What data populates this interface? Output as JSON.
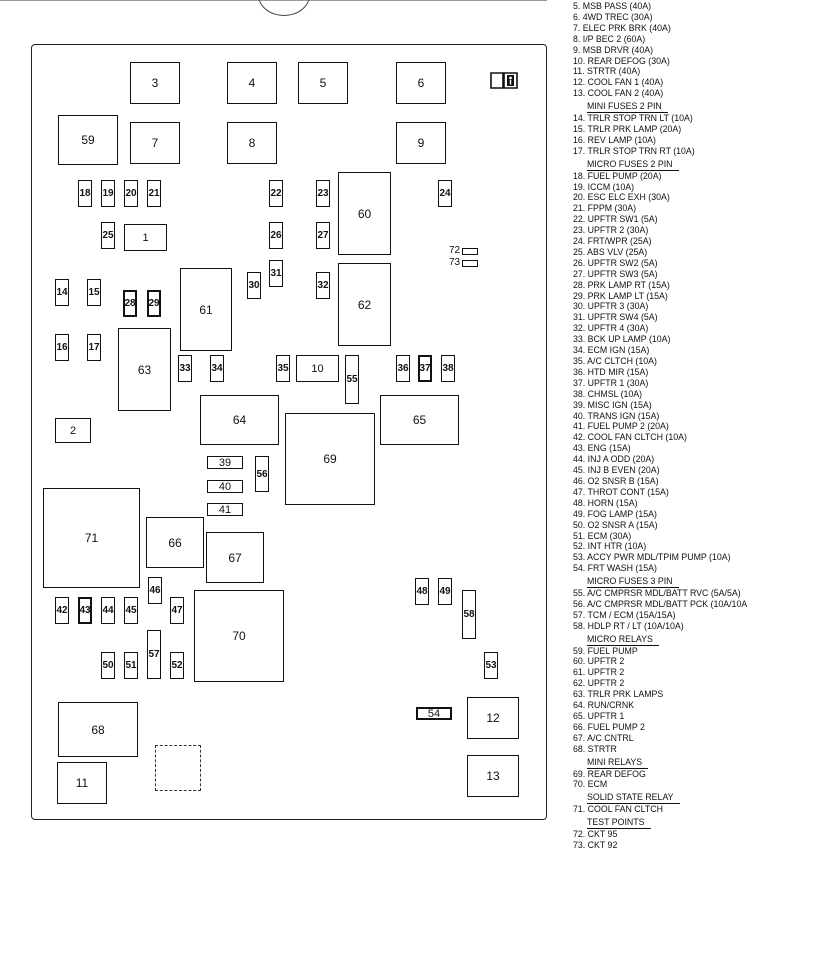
{
  "components": [
    {
      "id": "3",
      "label": "3"
    },
    {
      "id": "4",
      "label": "4"
    },
    {
      "id": "5",
      "label": "5"
    },
    {
      "id": "6",
      "label": "6"
    },
    {
      "id": "59",
      "label": "59"
    },
    {
      "id": "7",
      "label": "7"
    },
    {
      "id": "8",
      "label": "8"
    },
    {
      "id": "9",
      "label": "9"
    },
    {
      "id": "18",
      "label": "18"
    },
    {
      "id": "19",
      "label": "19"
    },
    {
      "id": "20",
      "label": "20"
    },
    {
      "id": "21",
      "label": "21"
    },
    {
      "id": "22",
      "label": "22"
    },
    {
      "id": "23",
      "label": "23"
    },
    {
      "id": "60",
      "label": "60"
    },
    {
      "id": "24",
      "label": "24"
    },
    {
      "id": "25",
      "label": "25"
    },
    {
      "id": "1",
      "label": "1"
    },
    {
      "id": "26",
      "label": "26"
    },
    {
      "id": "27",
      "label": "27"
    },
    {
      "id": "72",
      "label": "72"
    },
    {
      "id": "73",
      "label": "73"
    },
    {
      "id": "14",
      "label": "14"
    },
    {
      "id": "15",
      "label": "15"
    },
    {
      "id": "28",
      "label": "28"
    },
    {
      "id": "29",
      "label": "29"
    },
    {
      "id": "61",
      "label": "61"
    },
    {
      "id": "30",
      "label": "30"
    },
    {
      "id": "31",
      "label": "31"
    },
    {
      "id": "32",
      "label": "32"
    },
    {
      "id": "62",
      "label": "62"
    },
    {
      "id": "16",
      "label": "16"
    },
    {
      "id": "17",
      "label": "17"
    },
    {
      "id": "63",
      "label": "63"
    },
    {
      "id": "33",
      "label": "33"
    },
    {
      "id": "34",
      "label": "34"
    },
    {
      "id": "35",
      "label": "35"
    },
    {
      "id": "10",
      "label": "10"
    },
    {
      "id": "55",
      "label": "55"
    },
    {
      "id": "36",
      "label": "36"
    },
    {
      "id": "37",
      "label": "37"
    },
    {
      "id": "38",
      "label": "38"
    },
    {
      "id": "2",
      "label": "2"
    },
    {
      "id": "64",
      "label": "64"
    },
    {
      "id": "65",
      "label": "65"
    },
    {
      "id": "69",
      "label": "69"
    },
    {
      "id": "39",
      "label": "39"
    },
    {
      "id": "40",
      "label": "40"
    },
    {
      "id": "56",
      "label": "56"
    },
    {
      "id": "41",
      "label": "41"
    },
    {
      "id": "71",
      "label": "71"
    },
    {
      "id": "66",
      "label": "66"
    },
    {
      "id": "67",
      "label": "67"
    },
    {
      "id": "46",
      "label": "46"
    },
    {
      "id": "48",
      "label": "48"
    },
    {
      "id": "49",
      "label": "49"
    },
    {
      "id": "42",
      "label": "42"
    },
    {
      "id": "43",
      "label": "43"
    },
    {
      "id": "44",
      "label": "44"
    },
    {
      "id": "45",
      "label": "45"
    },
    {
      "id": "47",
      "label": "47"
    },
    {
      "id": "70",
      "label": "70"
    },
    {
      "id": "58",
      "label": "58"
    },
    {
      "id": "50",
      "label": "50"
    },
    {
      "id": "51",
      "label": "51"
    },
    {
      "id": "57",
      "label": "57"
    },
    {
      "id": "52",
      "label": "52"
    },
    {
      "id": "53",
      "label": "53"
    },
    {
      "id": "68",
      "label": "68"
    },
    {
      "id": "54",
      "label": "54"
    },
    {
      "id": "12",
      "label": "12"
    },
    {
      "id": "11",
      "label": "11"
    },
    {
      "id": "13",
      "label": "13"
    }
  ],
  "legend": [
    {
      "type": "item",
      "text": "5.  MSB PASS  (40A)"
    },
    {
      "type": "item",
      "text": "6.  4WD TREC  (30A)"
    },
    {
      "type": "item",
      "text": "7.  ELEC PRK BRK  (40A)"
    },
    {
      "type": "item",
      "text": "8.  I/P BEC 2      (60A)"
    },
    {
      "type": "item",
      "text": "9.  MSB DRVR  (40A)"
    },
    {
      "type": "item",
      "text": "10.  REAR DEFOG  (30A)"
    },
    {
      "type": "item",
      "text": "11.  STRTR  (40A)"
    },
    {
      "type": "item",
      "text": "12.  COOL FAN 1  (40A)"
    },
    {
      "type": "item",
      "text": "13.  COOL FAN 2  (40A)"
    },
    {
      "type": "header",
      "text": "MINI FUSES 2 PIN"
    },
    {
      "type": "item",
      "text": "14.  TRLR STOP TRN LT  (10A)"
    },
    {
      "type": "item",
      "text": "15.  TRLR PRK LAMP  (20A)"
    },
    {
      "type": "item",
      "text": "16.  REV LAMP  (10A)"
    },
    {
      "type": "item",
      "text": "17.  TRLR STOP TRN RT  (10A)"
    },
    {
      "type": "header",
      "text": "MICRO FUSES 2 PIN"
    },
    {
      "type": "item",
      "text": "18.  FUEL PUMP  (20A)"
    },
    {
      "type": "item",
      "text": "19.  ICCM  (10A)"
    },
    {
      "type": "item",
      "text": "20.  ESC ELC EXH  (30A)"
    },
    {
      "type": "item",
      "text": "21.  FPPM  (30A)"
    },
    {
      "type": "item",
      "text": "22.  UPFTR SW1  (5A)"
    },
    {
      "type": "item",
      "text": "23.  UPFTR 2  (30A)"
    },
    {
      "type": "item",
      "text": "24.  FRT/WPR  (25A)"
    },
    {
      "type": "item",
      "text": "25.  ABS VLV  (25A)"
    },
    {
      "type": "item",
      "text": "26.  UPFTR SW2  (5A)"
    },
    {
      "type": "item",
      "text": "27.  UPFTR SW3  (5A)"
    },
    {
      "type": "item",
      "text": "28.  PRK LAMP RT  (15A)"
    },
    {
      "type": "item",
      "text": "29.  PRK LAMP LT  (15A)"
    },
    {
      "type": "item",
      "text": "30.  UPFTR 3  (30A)"
    },
    {
      "type": "item",
      "text": "31.  UPFTR SW4  (5A)"
    },
    {
      "type": "item",
      "text": "32.  UPFTR 4  (30A)"
    },
    {
      "type": "item",
      "text": "33.  BCK UP LAMP  (10A)"
    },
    {
      "type": "item",
      "text": "34.  ECM IGN  (15A)"
    },
    {
      "type": "item",
      "text": "35.  A/C CLTCH  (10A)"
    },
    {
      "type": "item",
      "text": "36.  HTD MIR  (15A)"
    },
    {
      "type": "item",
      "text": "37.  UPFTR 1  (30A)"
    },
    {
      "type": "item",
      "text": "38.  CHMSL  (10A)"
    },
    {
      "type": "item",
      "text": "39.  MISC IGN  (15A)"
    },
    {
      "type": "item",
      "text": "40.  TRANS IGN  (15A)"
    },
    {
      "type": "item",
      "text": "41.  FUEL PUMP 2  (20A)"
    },
    {
      "type": "item",
      "text": "42.  COOL FAN CLTCH  (10A)"
    },
    {
      "type": "item",
      "text": "43.  ENG  (15A)"
    },
    {
      "type": "item",
      "text": "44.  INJ A ODD  (20A)"
    },
    {
      "type": "item",
      "text": "45.  INJ B EVEN  (20A)"
    },
    {
      "type": "item",
      "text": "46.  O2 SNSR B  (15A)"
    },
    {
      "type": "item",
      "text": "47.  THROT CONT  (15A)"
    },
    {
      "type": "item",
      "text": "48.  HORN  (15A)"
    },
    {
      "type": "item",
      "text": "49.  FOG LAMP  (15A)"
    },
    {
      "type": "item",
      "text": "50.  O2 SNSR A  (15A)"
    },
    {
      "type": "item",
      "text": "51.  ECM  (30A)"
    },
    {
      "type": "item",
      "text": "52.  INT HTR  (10A)"
    },
    {
      "type": "item",
      "text": "53.  ACCY PWR MDL/TPIM PUMP  (10A)"
    },
    {
      "type": "item",
      "text": "54.  FRT WASH  (15A)"
    },
    {
      "type": "header",
      "text": "MICRO FUSES 3 PIN"
    },
    {
      "type": "item",
      "text": "55.  A/C CMPRSR MDL/BATT RVC  (5A/5A)"
    },
    {
      "type": "item",
      "text": "56.  A/C CMPRSR MDL/BATT PCK  (10A/10A"
    },
    {
      "type": "item",
      "text": "57.  TCM / ECM  (15A/15A)"
    },
    {
      "type": "item",
      "text": "58.  HDLP RT / LT  (10A/10A)"
    },
    {
      "type": "header",
      "text": "MICRO RELAYS"
    },
    {
      "type": "item",
      "text": "59.  FUEL PUMP"
    },
    {
      "type": "item",
      "text": "60.  UPFTR 2"
    },
    {
      "type": "item",
      "text": "61.  UPFTR 2"
    },
    {
      "type": "item",
      "text": "62.  UPFTR 2"
    },
    {
      "type": "item",
      "text": "63.  TRLR PRK LAMPS"
    },
    {
      "type": "item",
      "text": "64.  RUN/CRNK"
    },
    {
      "type": "item",
      "text": "65.  UPFTR 1"
    },
    {
      "type": "item",
      "text": "66.  FUEL PUMP 2"
    },
    {
      "type": "item",
      "text": "67.  A/C CNTRL"
    },
    {
      "type": "item",
      "text": "68.  STRTR"
    },
    {
      "type": "header",
      "text": "MINI RELAYS"
    },
    {
      "type": "item",
      "text": "69.  REAR DEFOG"
    },
    {
      "type": "item",
      "text": "70.  ECM"
    },
    {
      "type": "header",
      "text": "SOLID STATE RELAY"
    },
    {
      "type": "item",
      "text": "71.  COOL FAN CLTCH"
    },
    {
      "type": "header",
      "text": "TEST POINTS"
    },
    {
      "type": "item",
      "text": "72.  CKT 95"
    },
    {
      "type": "item",
      "text": "73.  CKT 92"
    }
  ]
}
